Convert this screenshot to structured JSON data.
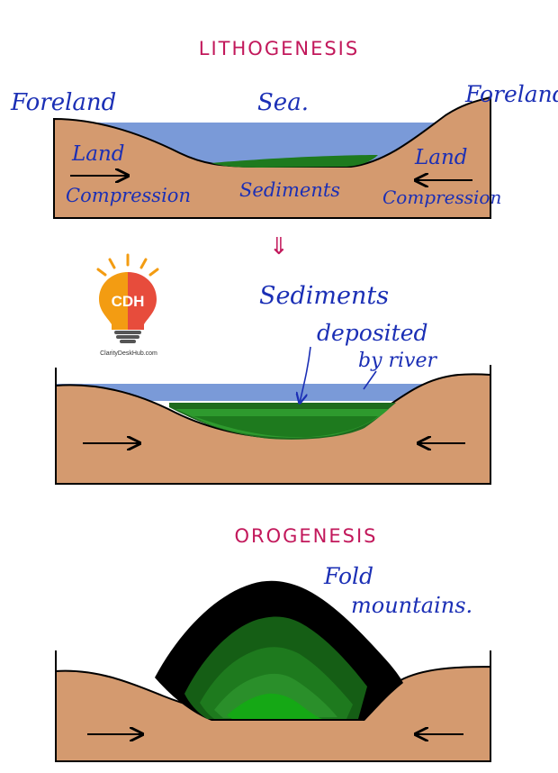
{
  "diagram1": {
    "title": "LITHOGENESIS",
    "labels": {
      "foreland_left": "Foreland",
      "foreland_right": "Foreland",
      "sea": "Sea.",
      "land_left": "Land",
      "land_right": "Land",
      "compression_left": "Compression",
      "compression_right": "Compression",
      "sediments": "Sediments"
    }
  },
  "transition_arrow": "⇓",
  "diagram2": {
    "labels": {
      "sediments": "Sediments",
      "deposited": "deposited",
      "by_river": "by river"
    }
  },
  "diagram3": {
    "title": "OROGENESIS",
    "labels": {
      "fold": "Fold",
      "mountains": "mountains."
    }
  },
  "logo": {
    "initials": "CDH",
    "site": "ClarityDeskHub.com"
  },
  "colors": {
    "land": "#d49a6f",
    "sea": "#7a9ad8",
    "sediment_green": "#1e7a1e",
    "title_pink": "#c2185b",
    "ink_blue": "#1b2fb5",
    "fold_black": "#000000"
  }
}
